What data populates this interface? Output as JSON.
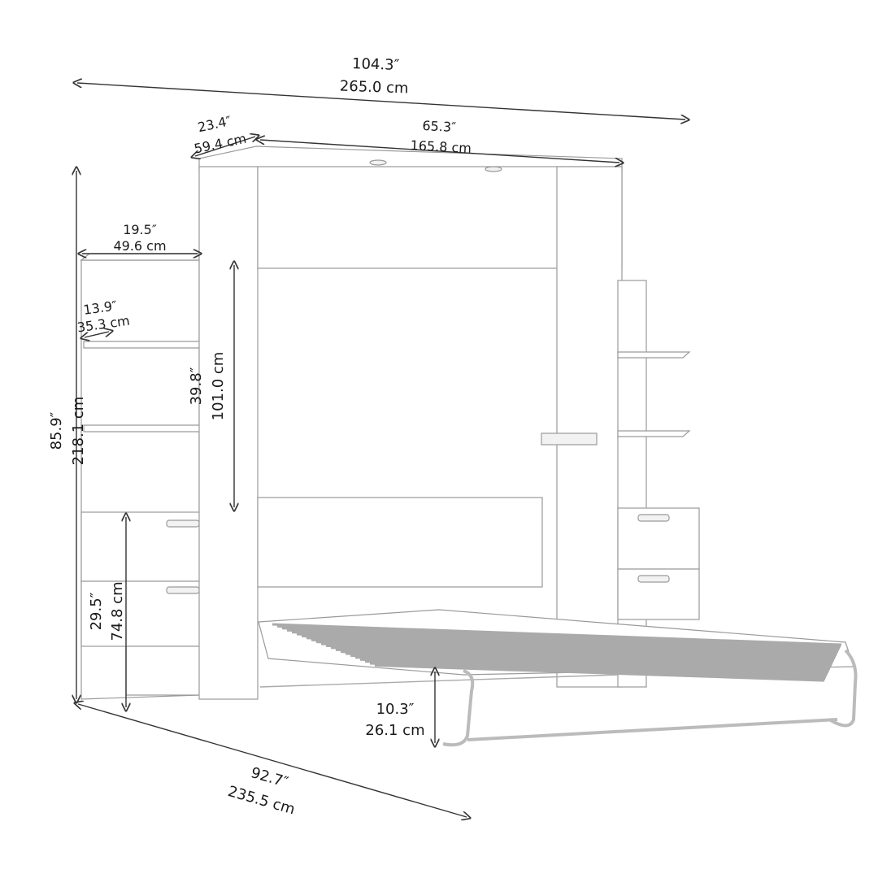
{
  "dimensions": {
    "total_width": {
      "in": "104.3″",
      "cm": "265.0 cm"
    },
    "cabinet_depth": {
      "in": "23.4″",
      "cm": "59.4 cm"
    },
    "bed_cabinet_width": {
      "in": "65.3″",
      "cm": "165.8 cm"
    },
    "side_unit_width": {
      "in": "19.5″",
      "cm": "49.6 cm"
    },
    "side_unit_depth": {
      "in": "13.9″",
      "cm": "35.3 cm"
    },
    "opening_height": {
      "in": "39.8″",
      "cm": "101.0 cm"
    },
    "total_height": {
      "in": "85.9″",
      "cm": "218.1 cm"
    },
    "drawer_section_height": {
      "in": "29.5″",
      "cm": "74.8 cm"
    },
    "leg_height": {
      "in": "10.3″",
      "cm": "26.1 cm"
    },
    "open_depth": {
      "in": "92.7″",
      "cm": "235.5 cm"
    }
  }
}
